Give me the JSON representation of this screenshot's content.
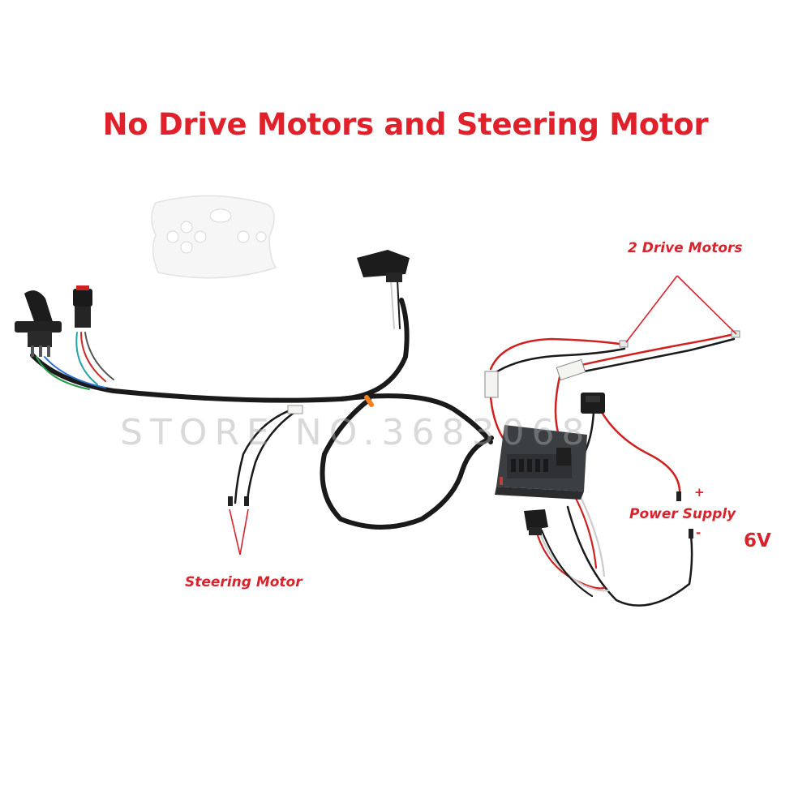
{
  "title": "No Drive Motors and Steering Motor",
  "watermark": "STORE NO.3683068",
  "labels": {
    "drive_motors": "2 Drive Motors",
    "steering_motor": "Steering Motor",
    "power_supply": "Power Supply",
    "plus": "+",
    "minus": "-",
    "voltage": "6V"
  },
  "colors": {
    "title": "#e0202a",
    "annotation": "#d8232c",
    "wire_black": "#1a1a1a",
    "wire_red": "#d02020",
    "connector_white": "#f4f4f0",
    "controller_body": "#3c3f42"
  },
  "icons": [
    "remote-control-icon",
    "gear-shifter-icon",
    "push-button-icon",
    "rocker-switch-icon",
    "control-box-icon",
    "pedal-switch-icon"
  ]
}
